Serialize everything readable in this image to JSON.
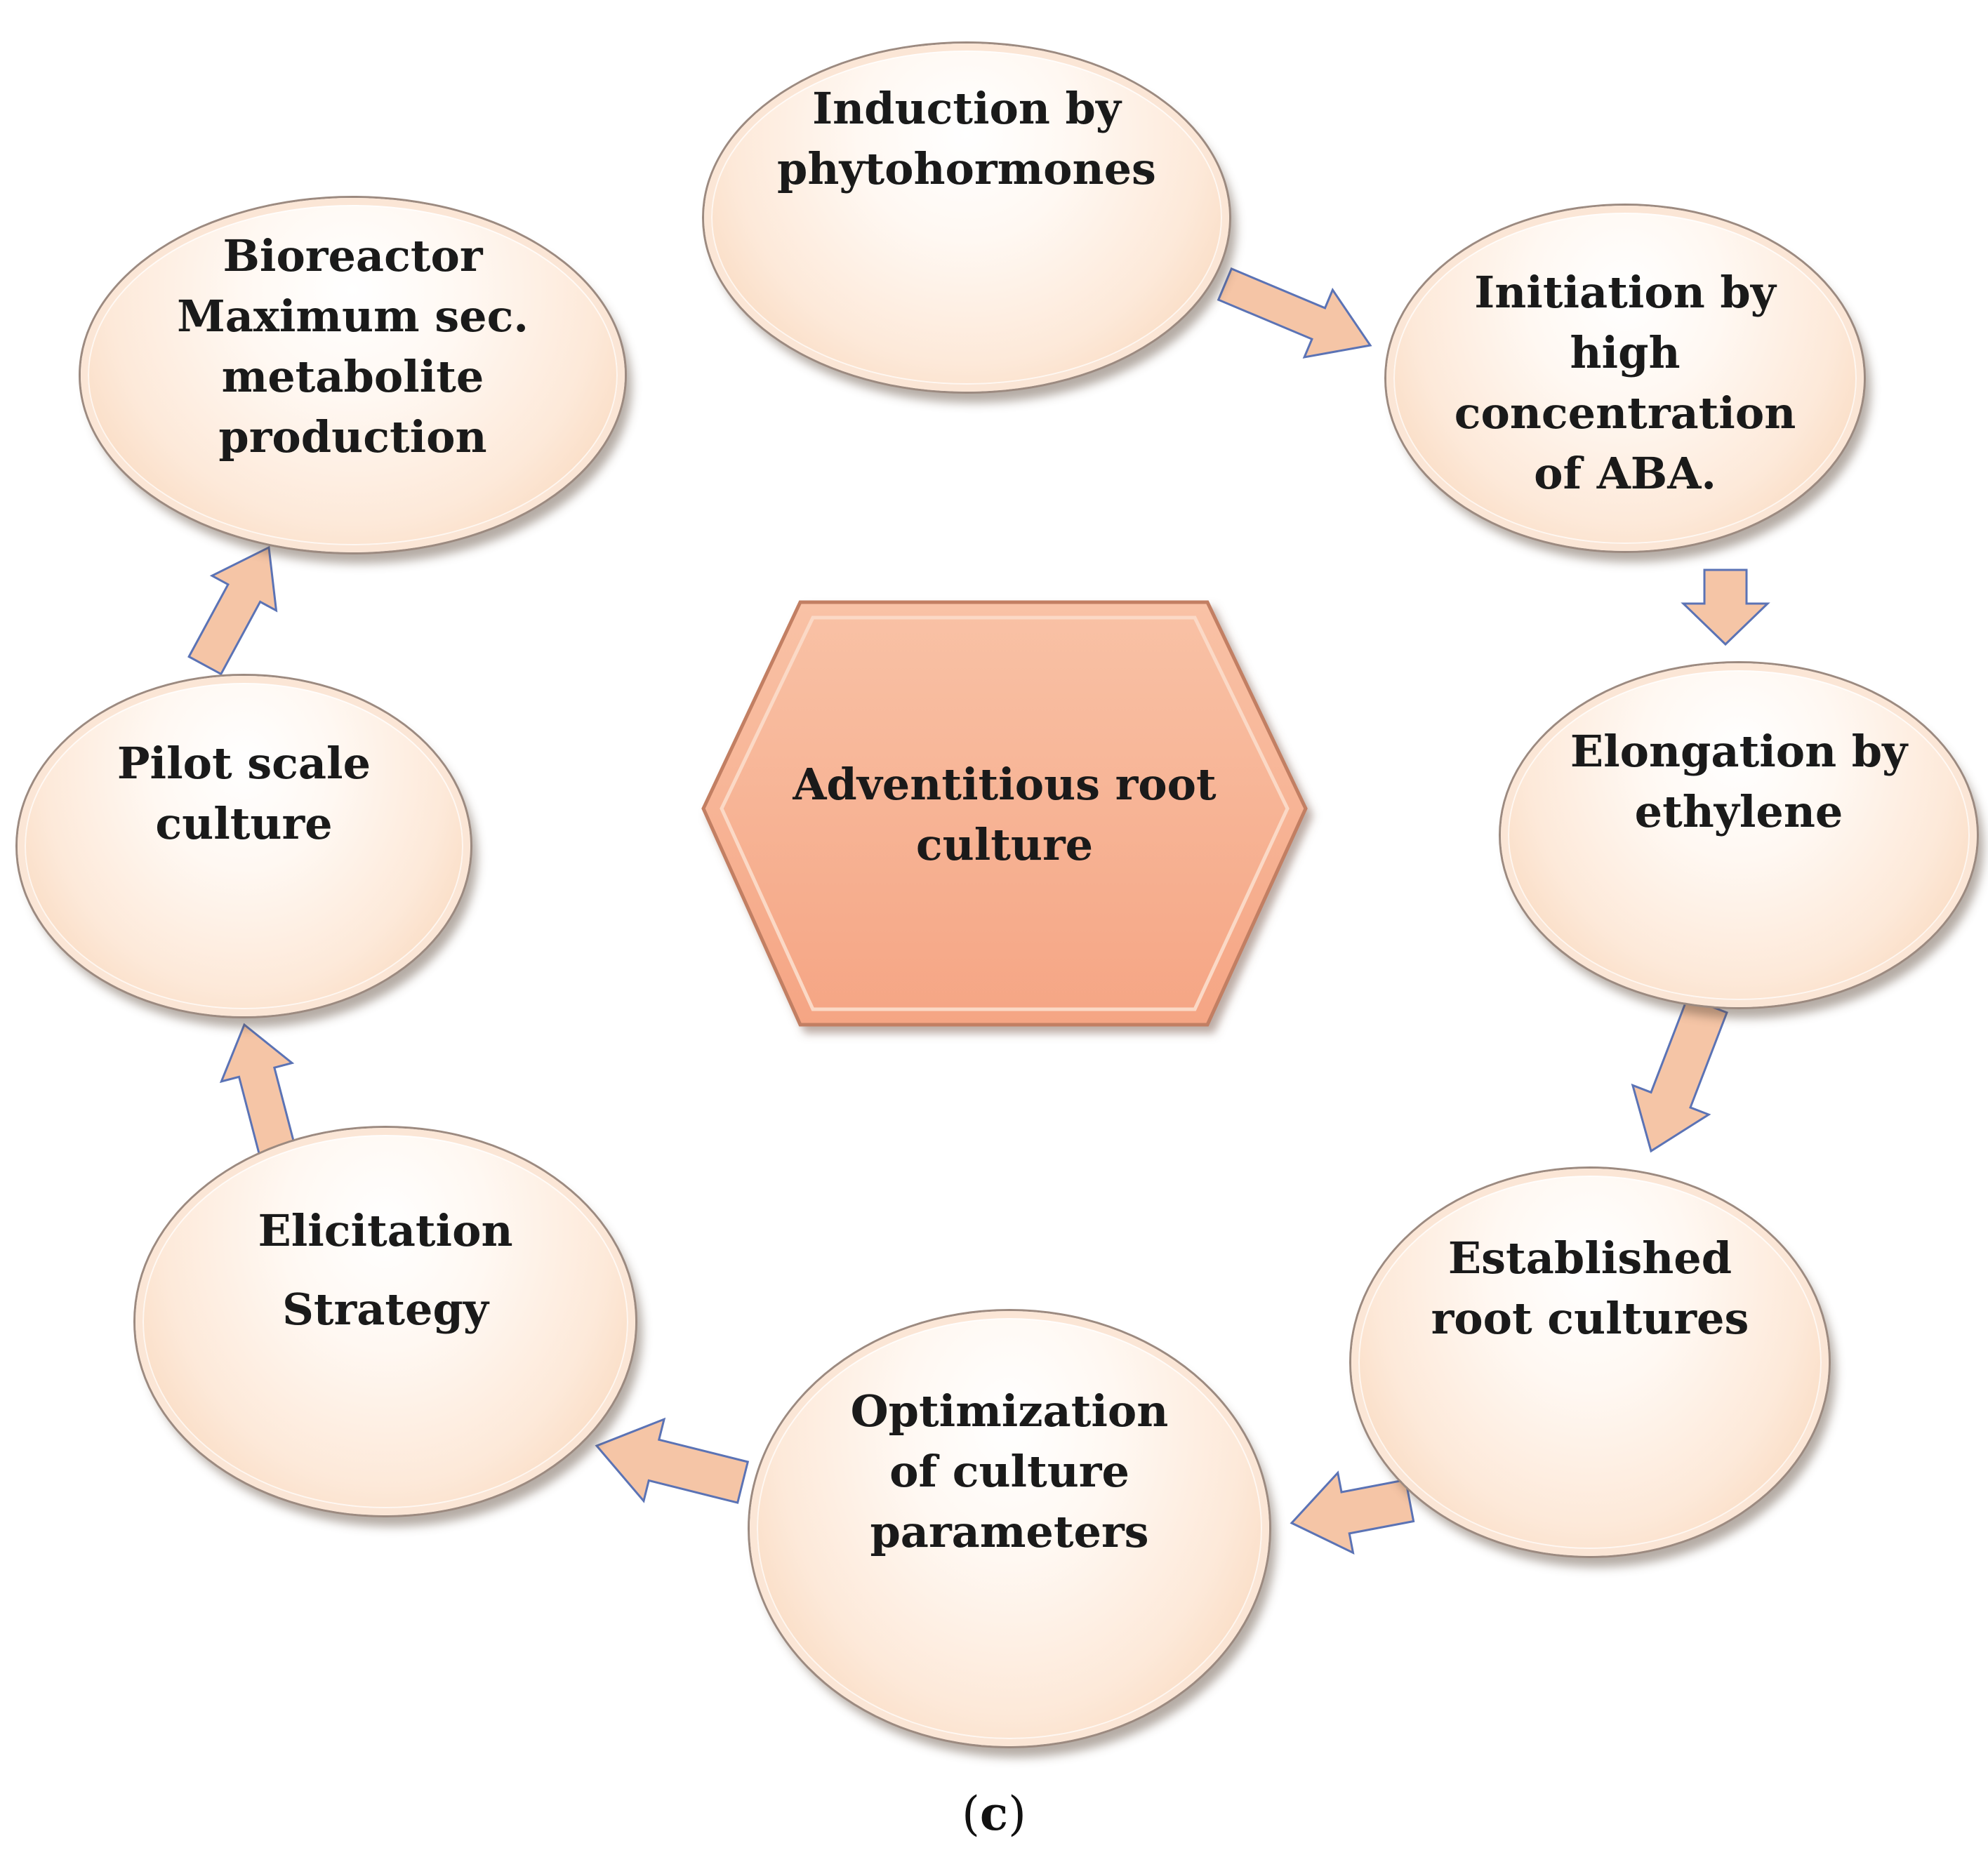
{
  "center": {
    "lines": [
      "Adventitious root",
      "culture"
    ]
  },
  "nodes": [
    {
      "id": "induction",
      "lines": [
        "Induction by",
        "phytohormones"
      ]
    },
    {
      "id": "initiation",
      "lines": [
        "Initiation by",
        "high",
        "concentration",
        "of ABA."
      ]
    },
    {
      "id": "elongation",
      "lines": [
        "Elongation by",
        "ethylene"
      ]
    },
    {
      "id": "established",
      "lines": [
        "Established",
        "root cultures"
      ]
    },
    {
      "id": "optimization",
      "lines": [
        "Optimization",
        "of culture",
        "parameters"
      ]
    },
    {
      "id": "elicitation",
      "lines": [
        "Elicitation",
        "Strategy"
      ]
    },
    {
      "id": "pilot",
      "lines": [
        "Pilot scale",
        "culture"
      ]
    },
    {
      "id": "bioreactor",
      "lines": [
        "Bioreactor",
        "Maximum sec.",
        "metabolite",
        "production"
      ]
    }
  ],
  "caption": {
    "open": "(",
    "letter": "c",
    "close": ")"
  },
  "colors": {
    "arrow_fill": "#f5c5a6",
    "arrow_stroke": "#5b73b5",
    "hexagon_fill": "#f7ad8b",
    "node_edge": "#fbe6d6"
  }
}
